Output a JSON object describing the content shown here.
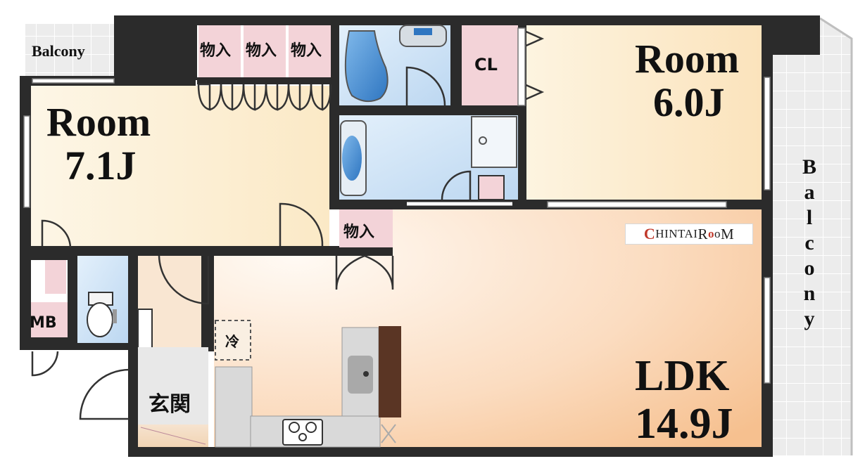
{
  "rooms": {
    "room_a": {
      "name": "Room",
      "size": "7.1J"
    },
    "room_b": {
      "name": "Room",
      "size": "6.0J"
    },
    "ldk": {
      "name": "LDK",
      "size": "14.9J"
    }
  },
  "labels": {
    "balcony_top": "Balcony",
    "balcony_side": [
      "B",
      "a",
      "l",
      "c",
      "o",
      "n",
      "y"
    ],
    "storage": "物入",
    "closet": "CL",
    "meter_box": "MB",
    "entrance": "玄関",
    "fridge": "冷"
  },
  "watermark": {
    "prefix": "C",
    "text1": "HINTAI ",
    "r": "R",
    "o1": "o",
    "o2": "o",
    "m": "M"
  },
  "colors": {
    "wall": "#2b2b2b",
    "storage": "#f3d3d8",
    "wet": "#cfe3f6",
    "balcony": "#e6e6e6",
    "ldk_warm": "#f7c9a0"
  }
}
